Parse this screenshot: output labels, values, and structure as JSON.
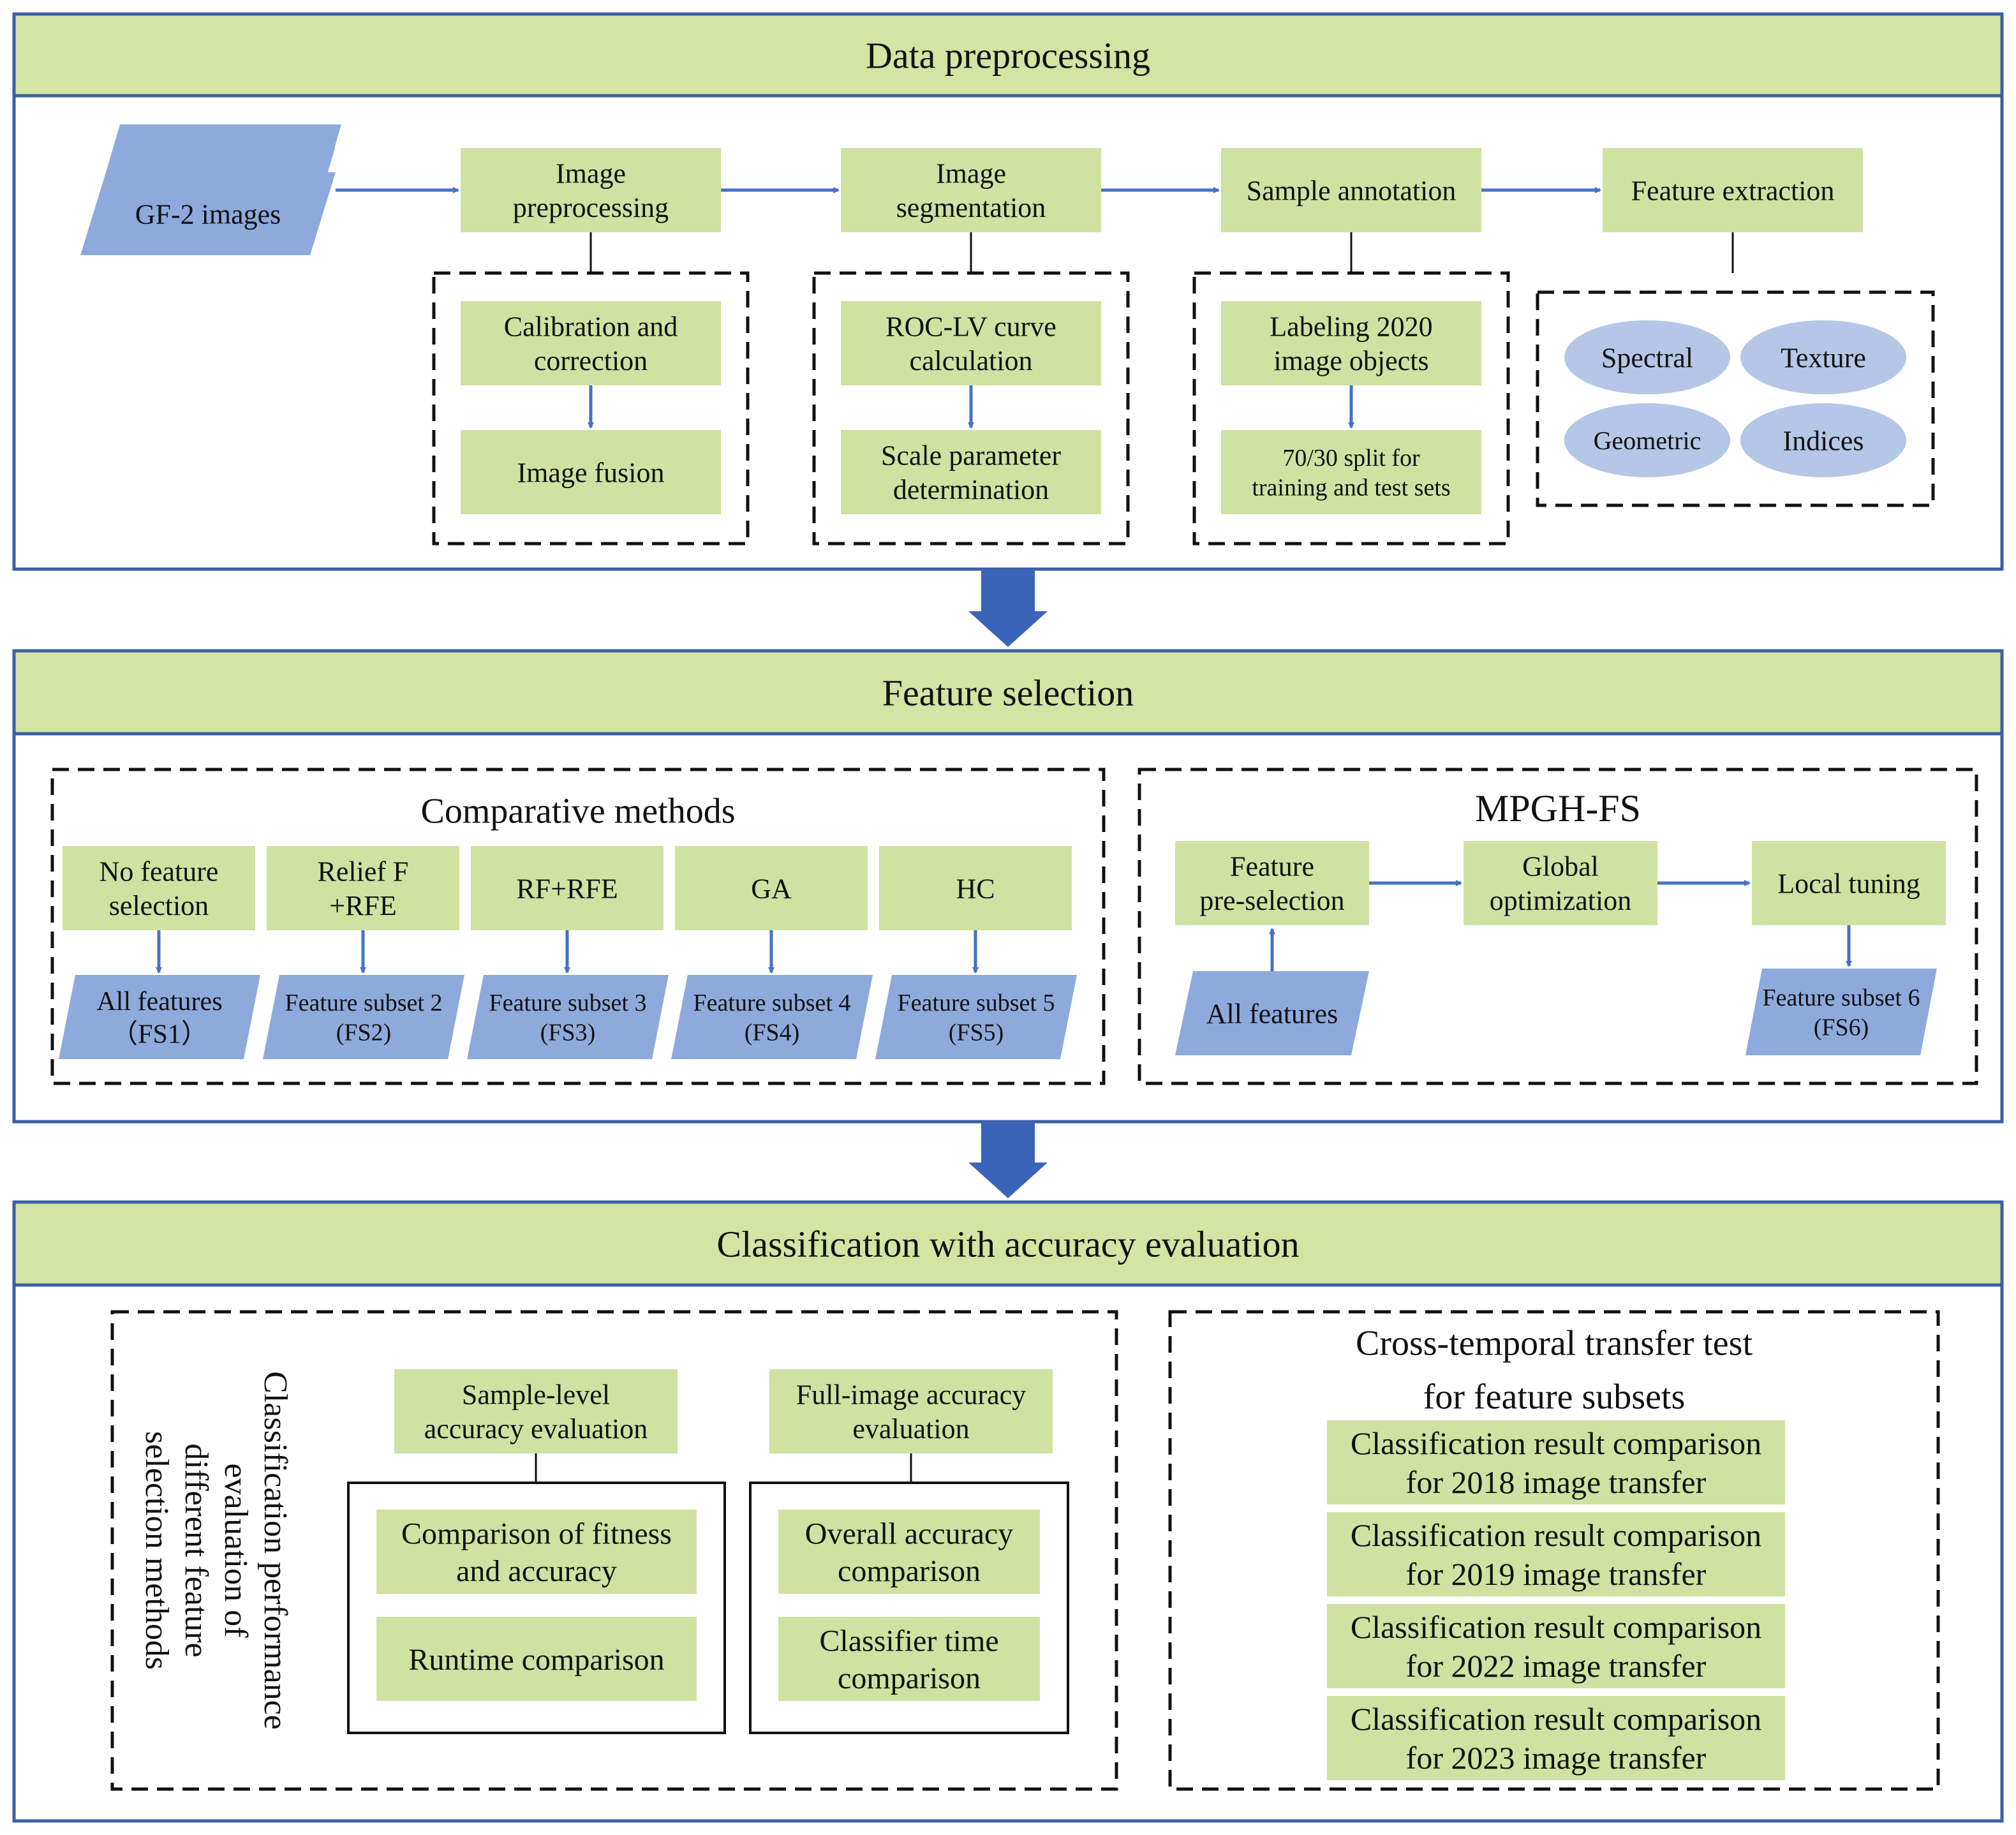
{
  "colors": {
    "panel_border": "#3b5ea6",
    "header_fill": "#d3e4a3",
    "box_fill": "#cfe2a1",
    "arrow": "#4672c4",
    "big_arrow": "#3a64b8",
    "parallelogram": "#8eaadc",
    "ellipse": "#b4c7e7",
    "dash": "#111111"
  },
  "panel1": {
    "header": "Data preprocessing",
    "input": "GF-2 images",
    "steps": [
      {
        "title": "Image\npreprocessing",
        "substeps": [
          "Calibration and\ncorrection",
          "Image fusion"
        ]
      },
      {
        "title": "Image\nsegmentation",
        "substeps": [
          "ROC-LV curve\ncalculation",
          "Scale parameter\ndetermination"
        ]
      },
      {
        "title": "Sample annotation",
        "substeps": [
          "Labeling 2020\nimage objects",
          "70/30 split for\ntraining and test sets"
        ]
      },
      {
        "title": "Feature extraction",
        "features": [
          "Spectral",
          "Texture",
          "Geometric",
          "Indices"
        ]
      }
    ]
  },
  "panel2": {
    "header": "Feature selection",
    "comparative": {
      "title": "Comparative methods",
      "methods": [
        {
          "name": "No feature\nselection",
          "output": "All features\n（FS1）"
        },
        {
          "name": "Relief F\n+RFE",
          "output": "Feature subset 2\n(FS2)"
        },
        {
          "name": "RF+RFE",
          "output": "Feature subset 3\n(FS3)"
        },
        {
          "name": "GA",
          "output": "Feature subset 4\n(FS4)"
        },
        {
          "name": "HC",
          "output": "Feature subset 5\n(FS5)"
        }
      ]
    },
    "mpgh": {
      "title": "MPGH-FS",
      "steps": [
        "Feature\npre-selection",
        "Global\noptimization",
        "Local tuning"
      ],
      "input": "All features",
      "output": "Feature subset 6\n(FS6)"
    }
  },
  "panel3": {
    "header": "Classification with accuracy evaluation",
    "left": {
      "vertical_title": [
        "Classification performance",
        "evaluation of",
        "different feature",
        "selection methods"
      ],
      "groups": [
        {
          "title": "Sample-level\naccuracy evaluation",
          "items": [
            "Comparison of fitness\nand accuracy",
            "Runtime comparison"
          ]
        },
        {
          "title": "Full-image accuracy\nevaluation",
          "items": [
            "Overall accuracy\ncomparison",
            "Classifier time\ncomparison"
          ]
        }
      ]
    },
    "right": {
      "title": "Cross-temporal transfer test\nfor feature subsets",
      "items": [
        "Classification result comparison\nfor 2018 image transfer",
        "Classification result comparison\nfor 2019 image transfer",
        "Classification result comparison\nfor 2022 image transfer",
        "Classification result comparison\nfor 2023 image transfer"
      ]
    }
  }
}
